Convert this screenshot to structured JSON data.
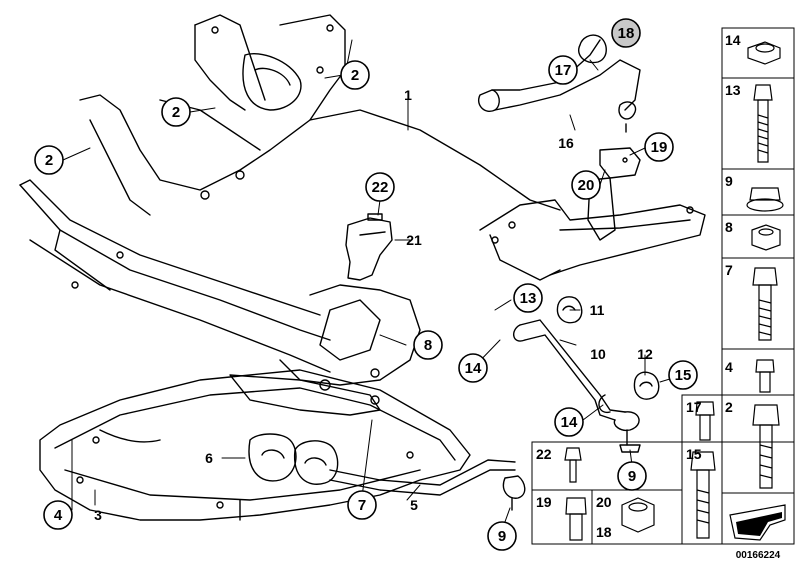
{
  "callouts": {
    "c1": "1",
    "c2a": "2",
    "c2b": "2",
    "c2c": "2",
    "c3": "3",
    "c4": "4",
    "c5": "5",
    "c6": "6",
    "c7": "7",
    "c8": "8",
    "c9a": "9",
    "c9b": "9",
    "c10": "10",
    "c11": "11",
    "c12": "12",
    "c13": "13",
    "c14a": "14",
    "c14b": "14",
    "c15": "15",
    "c16": "16",
    "c17": "17",
    "c18": "18",
    "c19": "19",
    "c20": "20",
    "c21": "21",
    "c22": "22"
  },
  "legend": {
    "l14": "14",
    "l13": "13",
    "l9": "9",
    "l8": "8",
    "l7": "7",
    "l4": "4",
    "l17": "17",
    "l2": "2",
    "l15": "15",
    "l22": "22",
    "l19": "19",
    "l20": "20",
    "l18": "18"
  },
  "doc_id": "00166224",
  "colors": {
    "line": "#000000",
    "ring_fill": "#ffffff",
    "gray_ring": "#c8c8c8",
    "legend_border": "#000000"
  }
}
